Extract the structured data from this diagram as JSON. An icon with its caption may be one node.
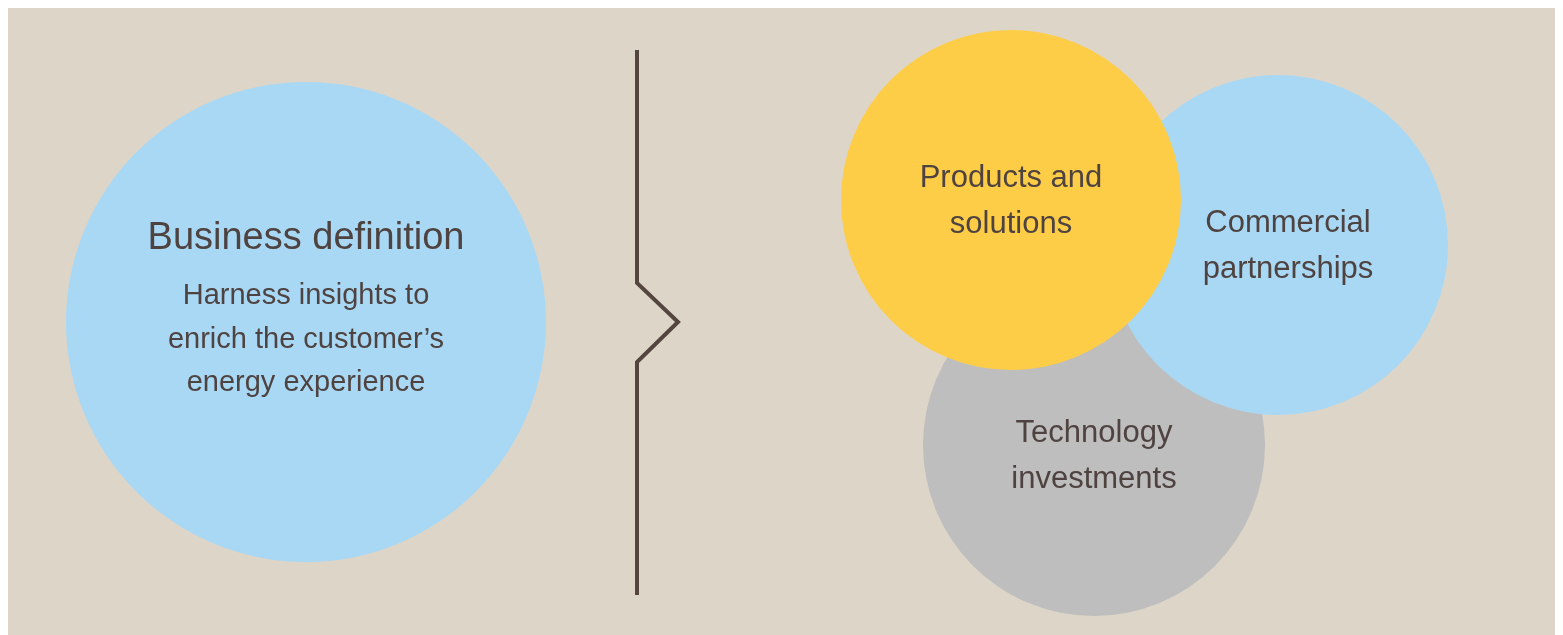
{
  "diagram": {
    "nodes": [
      {
        "text": [
          "Business definition",
          "Harness insights to enrich the customer’s energy experience"
        ]
      },
      {
        "text": [
          "Products and solutions"
        ]
      },
      {
        "text": [
          "Commercial partnerships"
        ]
      },
      {
        "text": [
          "Technology investments"
        ]
      }
    ]
  }
}
